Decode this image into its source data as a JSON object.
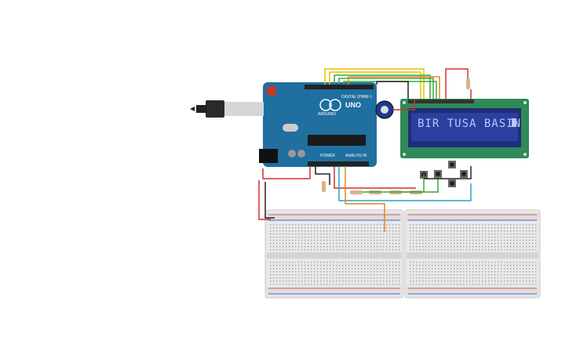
{
  "board": {
    "model": "UNO",
    "brand": "ARDUINO",
    "digital_header": "DIGITAL (PWM~)",
    "power_header": "POWER",
    "analog_header": "ANALOG IN"
  },
  "lcd": {
    "text": "BIR TUSA BASIN"
  },
  "colors": {
    "board": "#1f6fa0",
    "lcd_pcb": "#2e8b57",
    "lcd_screen": "#2b3f9e",
    "wire_red": "#d32f2f",
    "wire_black": "#222222",
    "wire_yellow": "#e6c300",
    "wire_green": "#3aa83a",
    "wire_orange": "#e08a1e",
    "wire_cyan": "#2aa3c7"
  },
  "icons": {
    "usb": "usb-plug-icon",
    "potentiometer": "potentiometer-icon",
    "pushbutton": "pushbutton-icon",
    "resistor": "resistor-icon"
  }
}
